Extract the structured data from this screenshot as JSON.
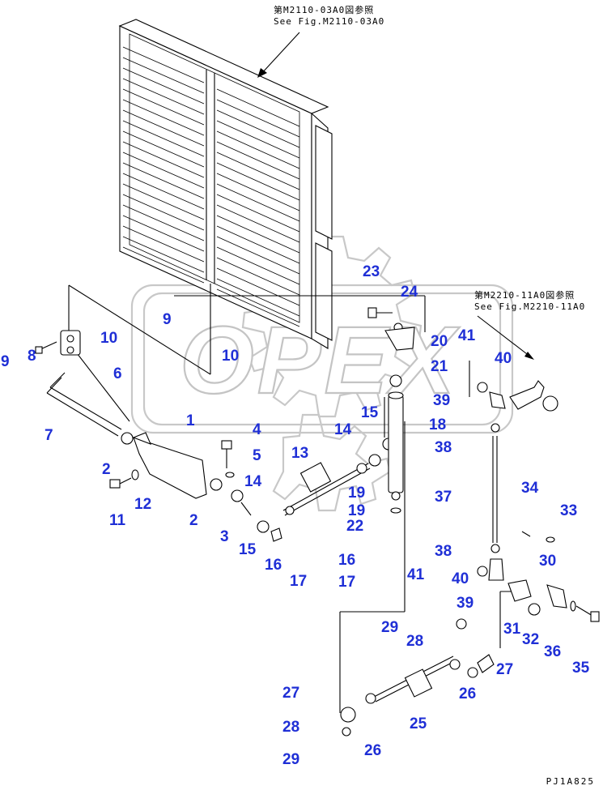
{
  "references": [
    {
      "jp": "第M2110-03A0図参照",
      "en": "See Fig.M2110-03A0"
    },
    {
      "jp": "第M2210-11A0図参照",
      "en": "See Fig.M2210-11A0"
    }
  ],
  "watermark": "OPEX",
  "drawing_code": "PJ1A825",
  "callouts": [
    "1",
    "2",
    "2",
    "3",
    "4",
    "5",
    "6",
    "7",
    "8",
    "9",
    "9",
    "10",
    "10",
    "11",
    "12",
    "13",
    "14",
    "14",
    "15",
    "15",
    "16",
    "16",
    "17",
    "17",
    "18",
    "19",
    "19",
    "20",
    "21",
    "22",
    "23",
    "24",
    "25",
    "26",
    "26",
    "27",
    "27",
    "28",
    "28",
    "29",
    "29",
    "30",
    "31",
    "32",
    "33",
    "34",
    "35",
    "36",
    "37",
    "38",
    "38",
    "39",
    "39",
    "40",
    "40",
    "41",
    "41"
  ],
  "colors": {
    "callout": "#1f2fd6",
    "watermark": "#c4c4c4",
    "line": "#000000"
  }
}
